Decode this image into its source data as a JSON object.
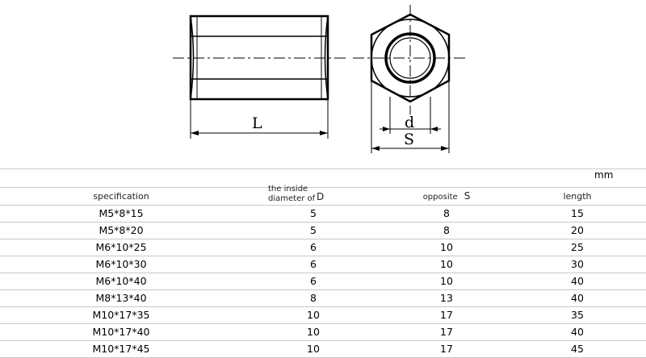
{
  "drawing": {
    "label_length": "L",
    "label_inner": "d",
    "label_flats": "S"
  },
  "unit": "mm",
  "table": {
    "headers": {
      "specification": "specification",
      "inside_diameter_text": "the inside diameter of",
      "inside_diameter_letter": "D",
      "opposite_text": "opposite",
      "opposite_letter": "S",
      "length": "length"
    },
    "rows": [
      [
        "M5*8*15",
        "5",
        "8",
        "15"
      ],
      [
        "M5*8*20",
        "5",
        "8",
        "20"
      ],
      [
        "M6*10*25",
        "6",
        "10",
        "25"
      ],
      [
        "M6*10*30",
        "6",
        "10",
        "30"
      ],
      [
        "M6*10*40",
        "6",
        "10",
        "40"
      ],
      [
        "M8*13*40",
        "8",
        "13",
        "40"
      ],
      [
        "M10*17*35",
        "10",
        "17",
        "35"
      ],
      [
        "M10*17*40",
        "10",
        "17",
        "40"
      ],
      [
        "M10*17*45",
        "10",
        "17",
        "45"
      ]
    ]
  }
}
